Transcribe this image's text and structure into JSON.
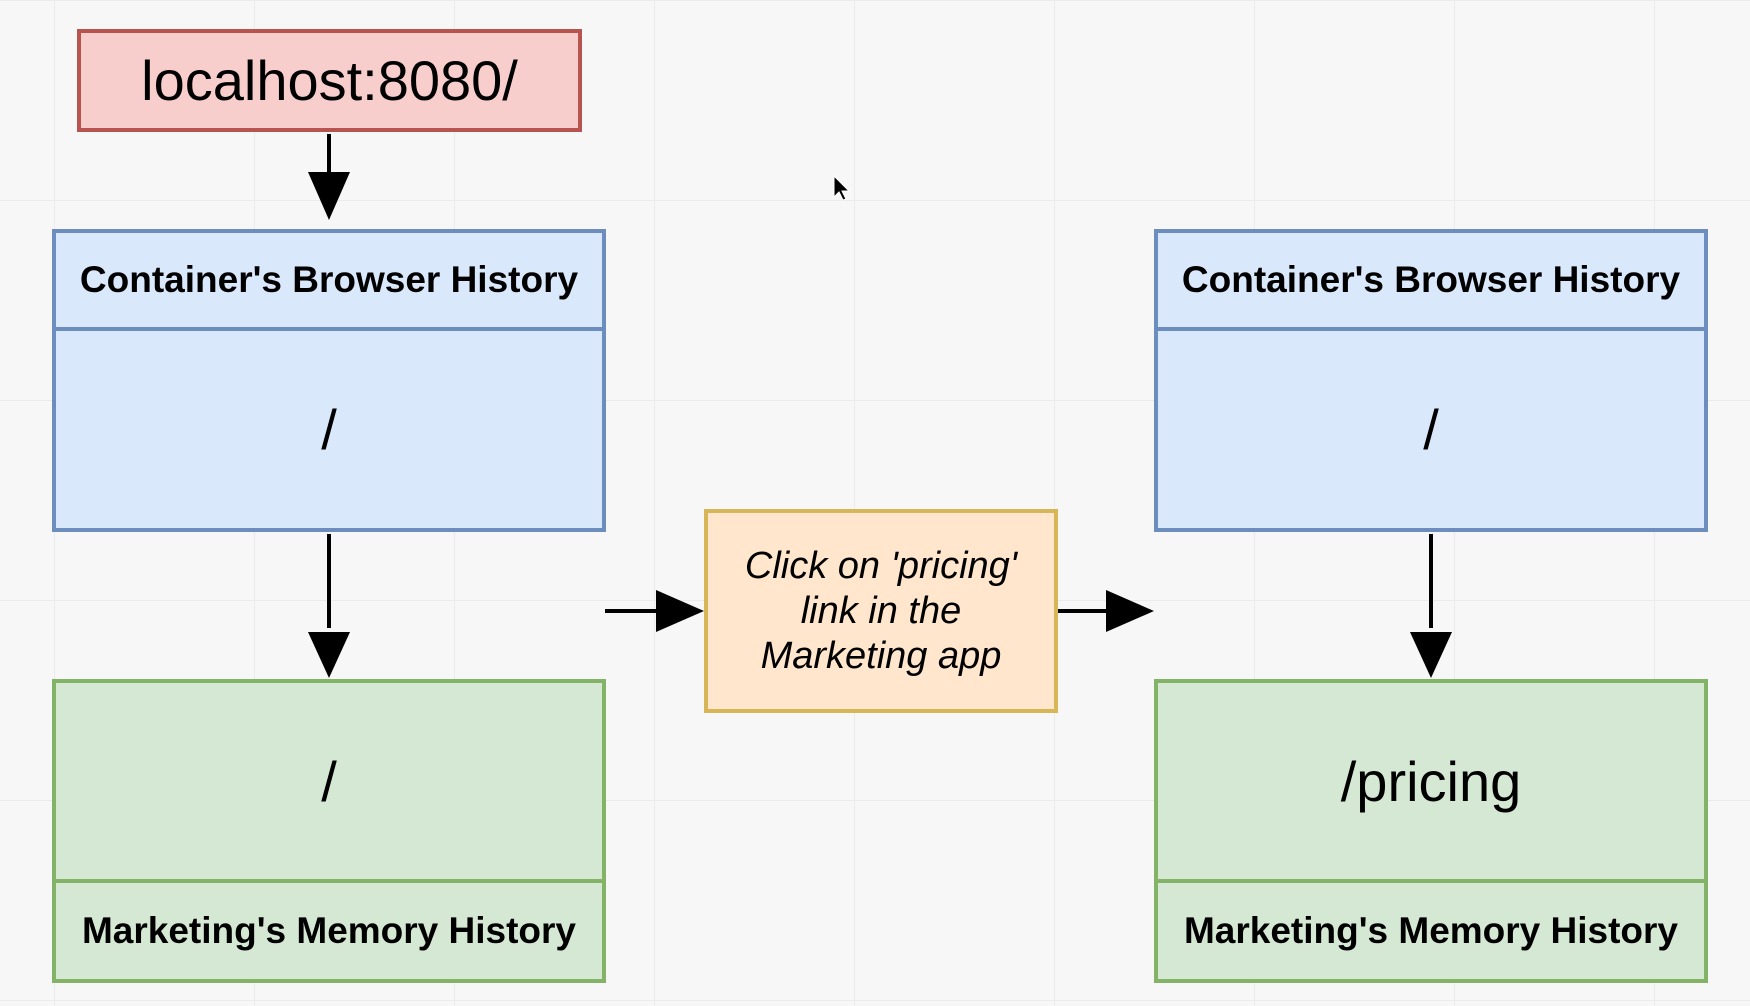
{
  "url_box": {
    "text": "localhost:8080/"
  },
  "left": {
    "browser_history_title": "Container's Browser History",
    "browser_history_path": "/",
    "memory_history_path": "/",
    "memory_history_title": "Marketing's Memory History"
  },
  "action": {
    "text": "Click on 'pricing' link in the Marketing app"
  },
  "right": {
    "browser_history_title": "Container's Browser History",
    "browser_history_path": "/",
    "memory_history_path": "/pricing",
    "memory_history_title": "Marketing's Memory History"
  },
  "colors": {
    "url_fill": "#f8cecc",
    "url_stroke": "#b85450",
    "browser_fill": "#dae8fc",
    "browser_stroke": "#6c8ebf",
    "memory_fill": "#d5e8d4",
    "memory_stroke": "#82b366",
    "action_fill": "#ffe6cc",
    "action_stroke": "#d6b656"
  }
}
